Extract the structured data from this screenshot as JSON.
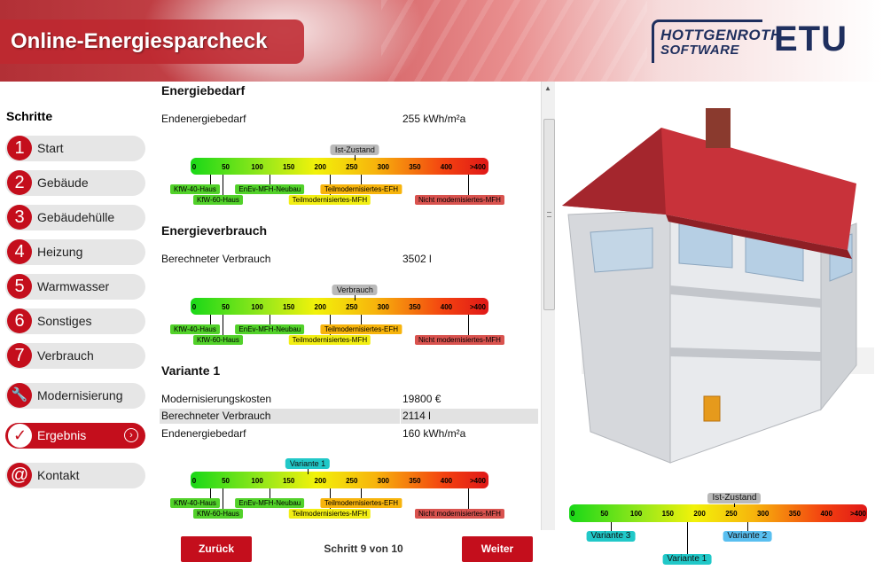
{
  "header": {
    "title": "Online-Energiesparcheck",
    "logo_line1": "HOTTGENROTH",
    "logo_line2": "SOFTWARE",
    "logo_etu": "ETU"
  },
  "sidebar": {
    "heading": "Schritte",
    "steps": [
      {
        "num": "1",
        "label": "Start"
      },
      {
        "num": "2",
        "label": "Gebäude"
      },
      {
        "num": "3",
        "label": "Gebäudehülle"
      },
      {
        "num": "4",
        "label": "Heizung"
      },
      {
        "num": "5",
        "label": "Warmwasser"
      },
      {
        "num": "6",
        "label": "Sonstiges"
      },
      {
        "num": "7",
        "label": "Verbrauch"
      },
      {
        "num": "🔧",
        "label": "Modernisierung"
      },
      {
        "num": "✓",
        "label": "Ergebnis"
      },
      {
        "num": "@",
        "label": "Kontakt"
      }
    ],
    "active_step": 8
  },
  "scale_common": {
    "ticks": [
      "0",
      "50",
      "100",
      "150",
      "200",
      "250",
      "300",
      "350",
      "400",
      ">400"
    ],
    "tags": {
      "kfw40": "KfW-40-Haus",
      "kfw60": "KfW-60-Haus",
      "enev": "EnEv-MFH-Neubau",
      "teil_mfh": "Teilmodernisiertes-MFH",
      "teil_efh": "Teilmodernisiertes-EFH",
      "nicht_mfh": "Nicht modernisiertes-MFH"
    }
  },
  "sections": {
    "bedarf": {
      "title": "Energiebedarf",
      "rows": [
        {
          "key": "Endenergiebedarf",
          "value": "255 kWh/m²a"
        }
      ],
      "marker": "Ist-Zustand",
      "marker_value": 255
    },
    "verbrauch": {
      "title": "Energieverbrauch",
      "rows": [
        {
          "key": "Berechneter Verbrauch",
          "value": "3502 l"
        }
      ],
      "marker": "Verbrauch",
      "marker_value": 255
    },
    "variante1": {
      "title": "Variante 1",
      "rows": [
        {
          "key": "Modernisierungskosten",
          "value": "19800 €"
        },
        {
          "key": "Berechneter Verbrauch",
          "value": "2114 l"
        },
        {
          "key": "Endenergiebedarf",
          "value": "160 kWh/m²a"
        }
      ],
      "marker": "Variante 1",
      "marker_value": 180
    }
  },
  "nav": {
    "back": "Zurück",
    "next": "Weiter",
    "step_text": "Schritt 9 von 10"
  },
  "house_scale": {
    "markers": [
      {
        "label": "Ist-Zustand",
        "value": 255,
        "color": "#b9b9b9",
        "pos": "top"
      },
      {
        "label": "Variante 3",
        "value": 60,
        "color": "#21c8c8",
        "pos": "bottom1"
      },
      {
        "label": "Variante 2",
        "value": 275,
        "color": "#59bff0",
        "pos": "bottom1"
      },
      {
        "label": "Variante 1",
        "value": 180,
        "color": "#21c8c8",
        "pos": "bottom2"
      }
    ]
  },
  "colors": {
    "accent": "#c40e1c",
    "tag_green": "#52d12a",
    "tag_yellow": "#f2ee14",
    "tag_orange": "#f7b40c",
    "tag_red": "#d9534f"
  }
}
